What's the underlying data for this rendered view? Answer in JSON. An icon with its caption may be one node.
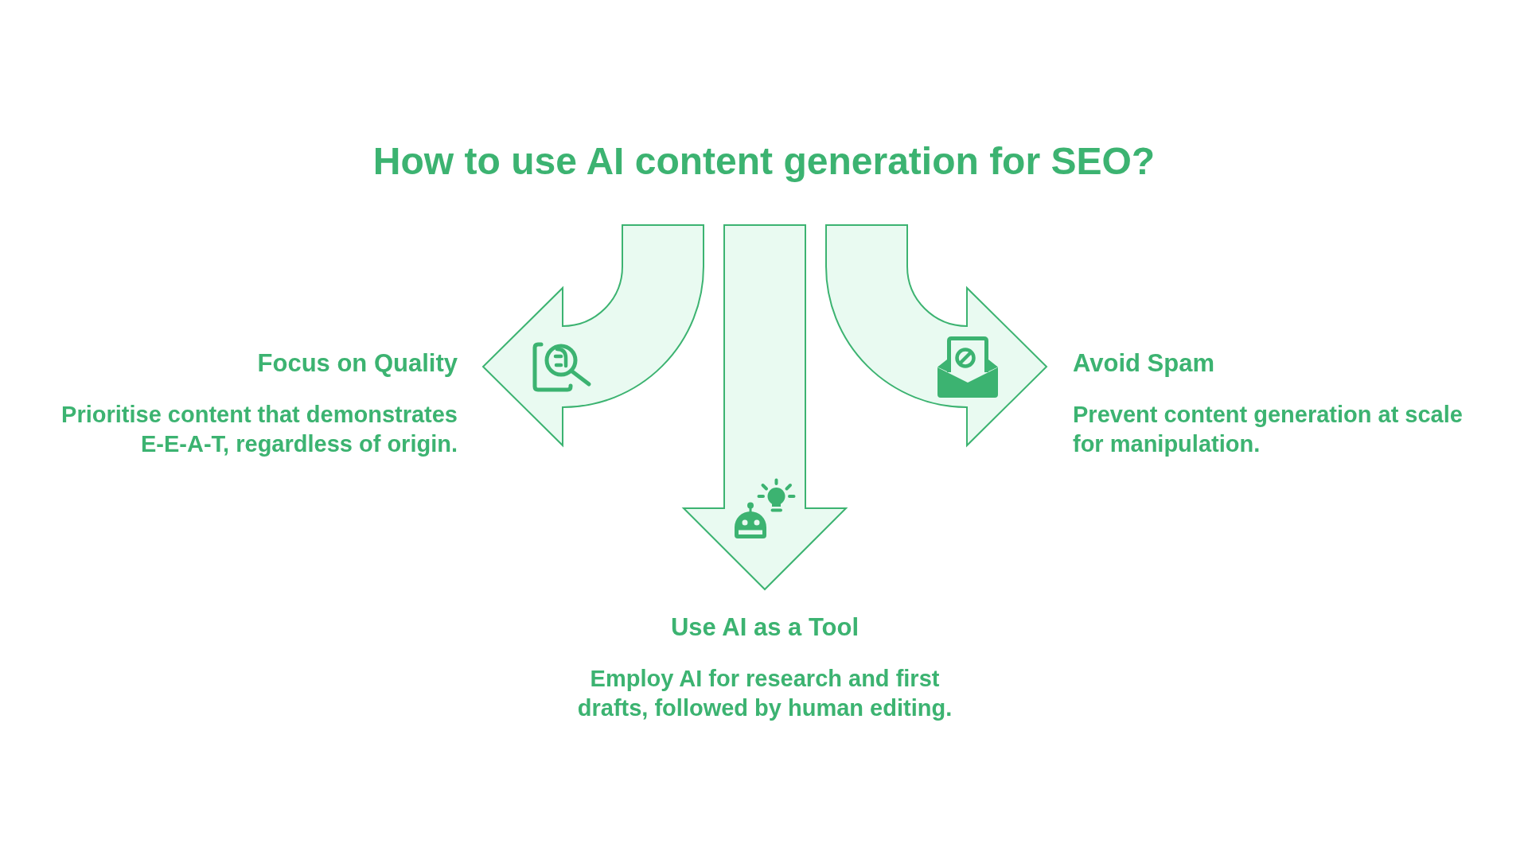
{
  "diagram": {
    "title": "How to use AI content generation for SEO?",
    "nodes": [
      {
        "text": [
          "Focus on Quality",
          "Prioritise content that demonstrates E-E-A-T, regardless of origin."
        ]
      },
      {
        "text": [
          "Avoid Spam",
          "Prevent content generation at scale for manipulation."
        ]
      },
      {
        "text": [
          "Use AI as a Tool",
          "Employ AI for research and first drafts, followed by human editing."
        ]
      }
    ],
    "edges": [
      {
        "from": null,
        "to": 0,
        "arrow": "to"
      },
      {
        "from": null,
        "to": 2,
        "arrow": "to"
      },
      {
        "from": null,
        "to": 1,
        "arrow": "to"
      }
    ]
  }
}
